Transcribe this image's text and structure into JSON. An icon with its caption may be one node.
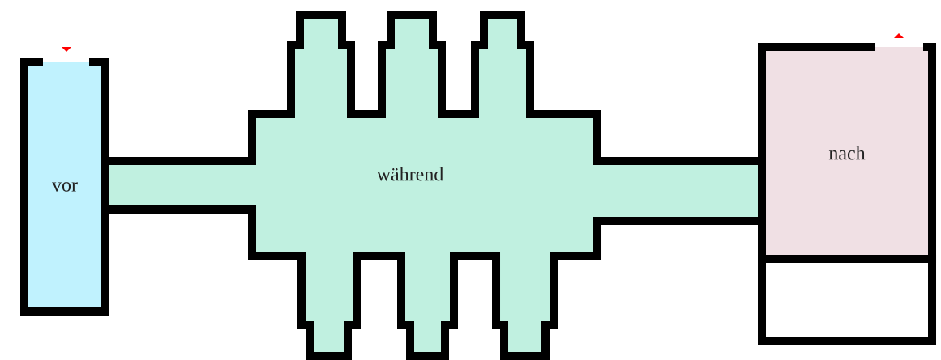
{
  "diagram": {
    "nodes": [
      {
        "text": [
          "vor"
        ]
      },
      {
        "text": [
          "während"
        ]
      },
      {
        "text": [
          "nach"
        ]
      },
      {
        "text": [],
        "shape": "box"
      }
    ]
  }
}
